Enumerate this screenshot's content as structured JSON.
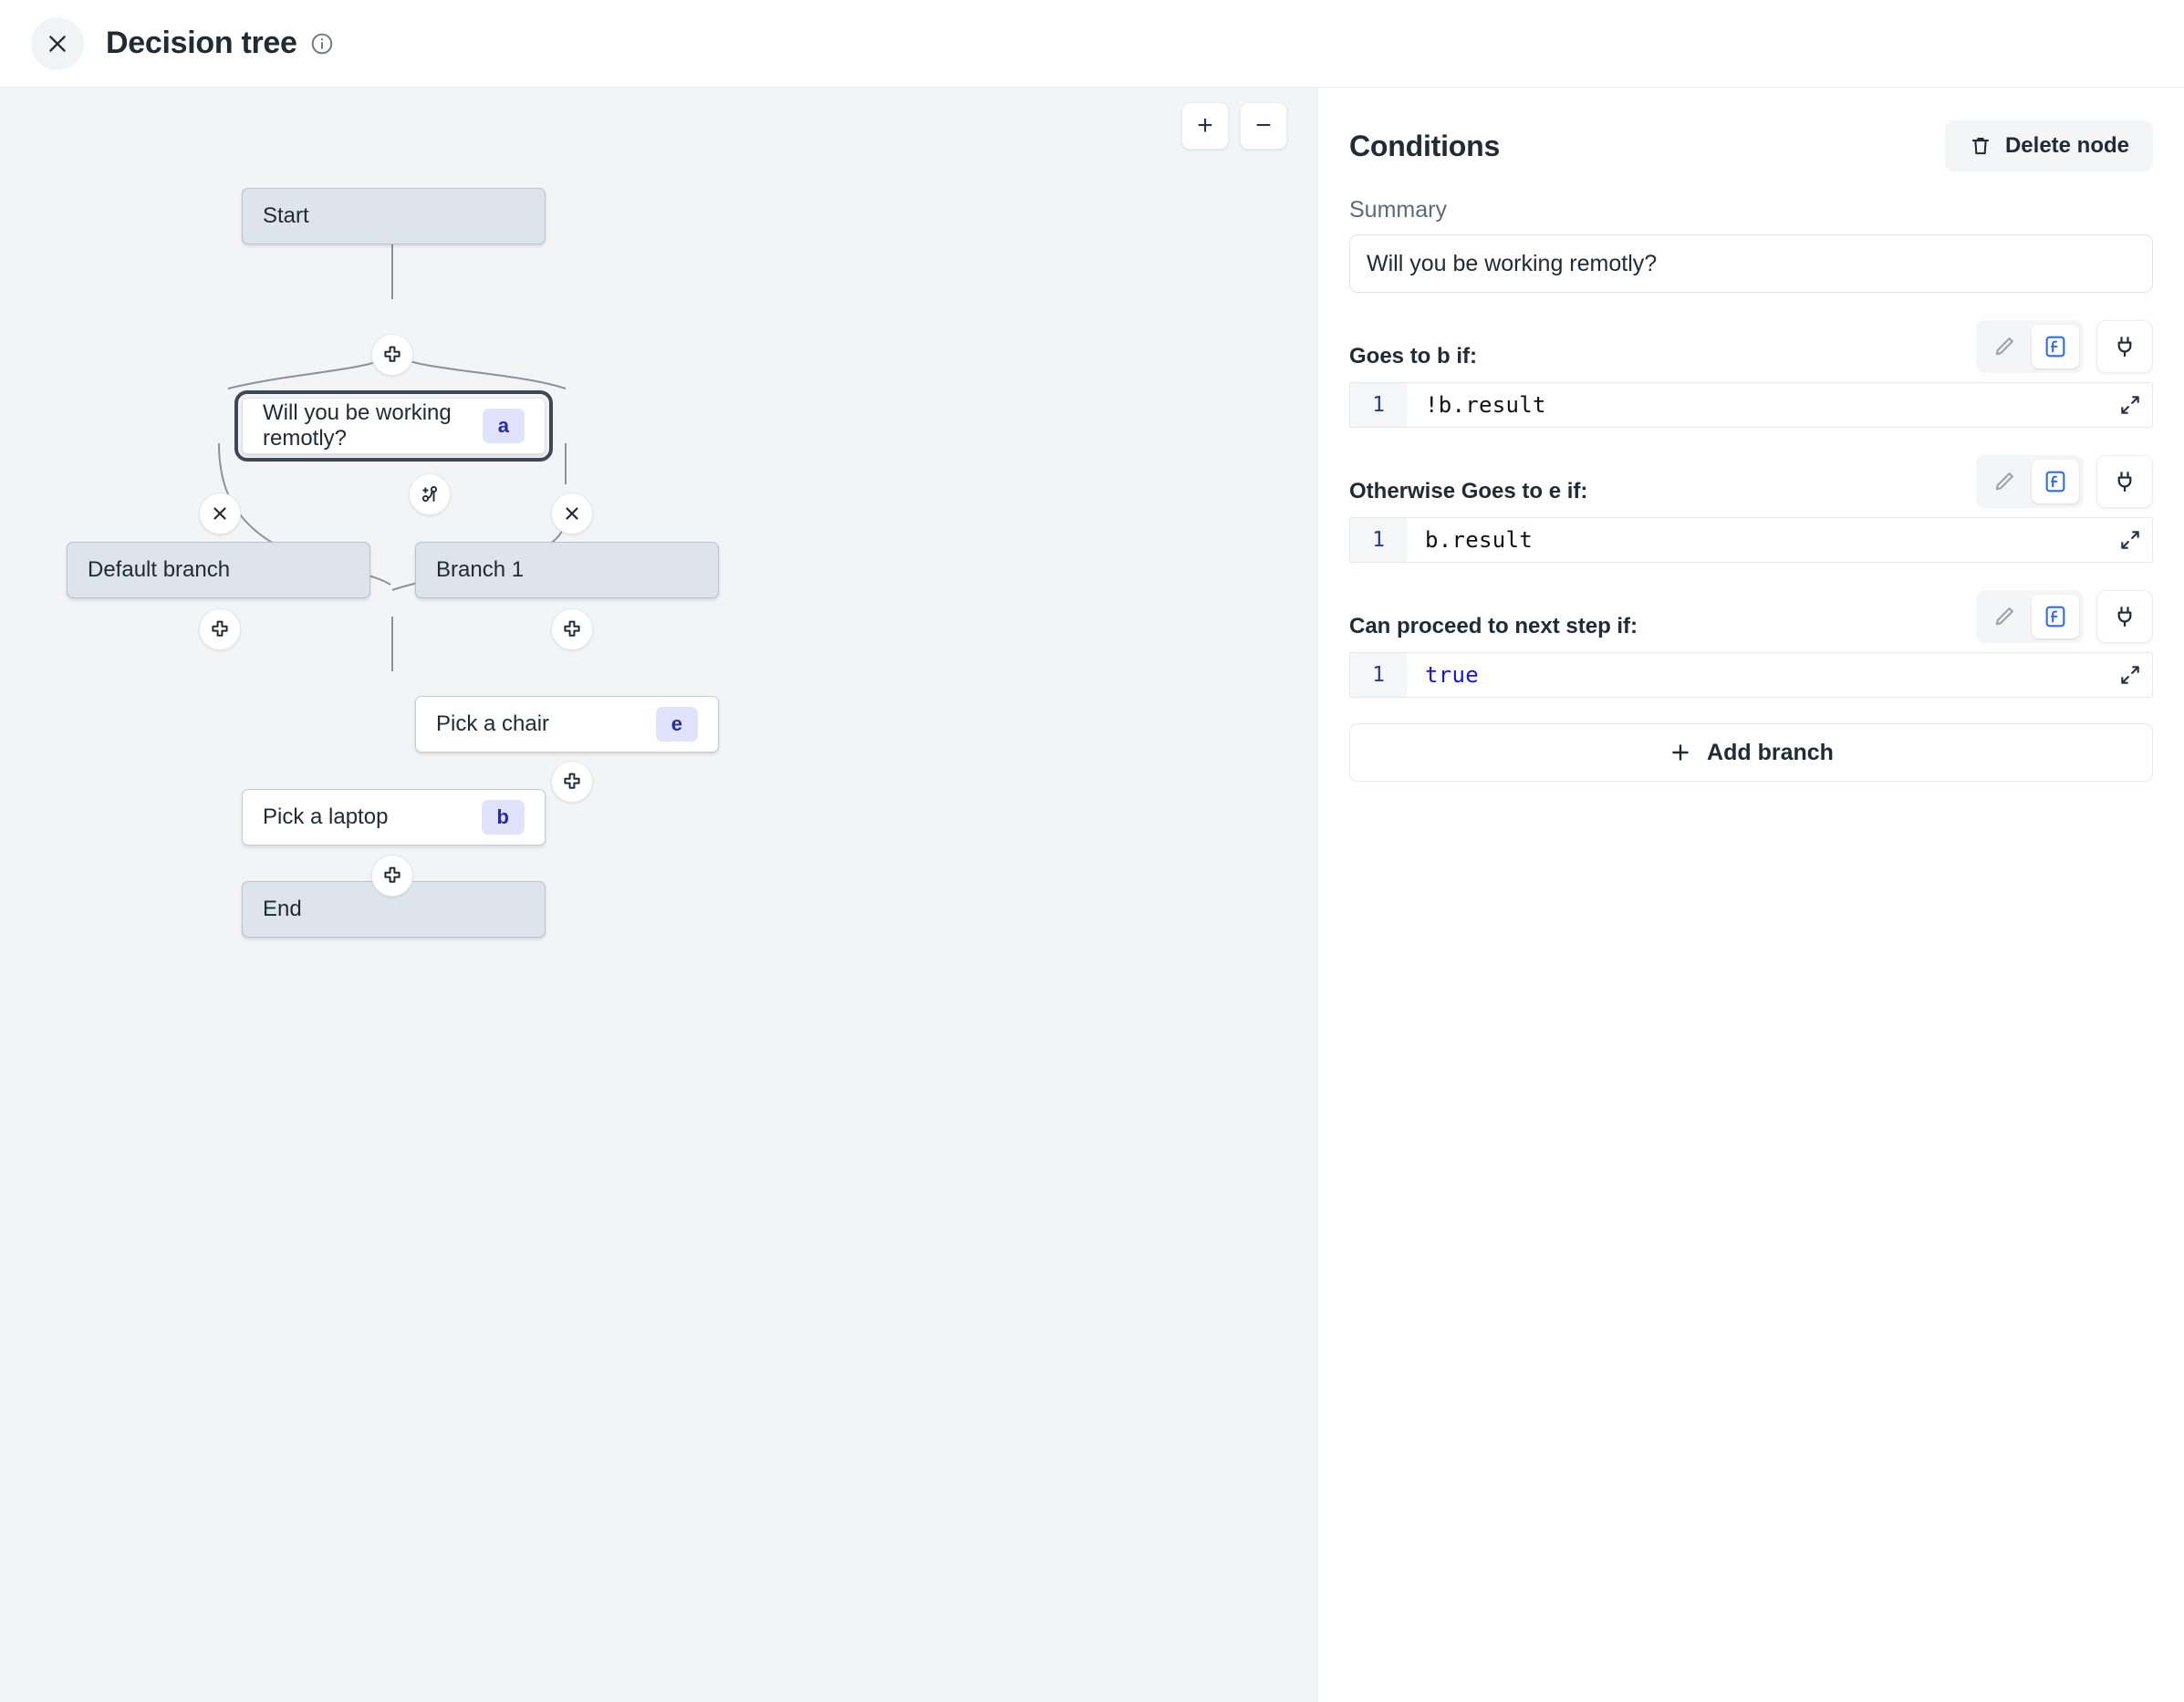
{
  "header": {
    "title": "Decision tree",
    "close_icon": "close-icon",
    "info_icon": "info-icon"
  },
  "canvas": {
    "zoom_in_label": "+",
    "zoom_out_label": "−",
    "nodes": [
      {
        "id": "start",
        "label": "Start",
        "type": "terminal",
        "badge": ""
      },
      {
        "id": "a",
        "label": "Will you be working remotly?",
        "type": "selected",
        "badge": "a"
      },
      {
        "id": "default",
        "label": "Default branch",
        "type": "branch",
        "badge": ""
      },
      {
        "id": "branch1",
        "label": "Branch 1",
        "type": "branch",
        "badge": ""
      },
      {
        "id": "e",
        "label": "Pick a chair",
        "type": "step",
        "badge": "e"
      },
      {
        "id": "b",
        "label": "Pick a laptop",
        "type": "step",
        "badge": "b"
      },
      {
        "id": "end",
        "label": "End",
        "type": "terminal",
        "badge": ""
      }
    ],
    "handles": [
      {
        "name": "add-step-after-start",
        "icon": "plus-icon"
      },
      {
        "name": "add-branch-icon",
        "icon": "branch-plus-icon"
      },
      {
        "name": "remove-default-branch",
        "icon": "close-icon"
      },
      {
        "name": "remove-branch-1",
        "icon": "close-icon"
      },
      {
        "name": "add-step-default-branch",
        "icon": "plus-icon"
      },
      {
        "name": "add-step-branch-1",
        "icon": "plus-icon"
      },
      {
        "name": "add-step-after-chair",
        "icon": "plus-icon"
      },
      {
        "name": "add-step-after-laptop",
        "icon": "plus-icon"
      }
    ]
  },
  "panel": {
    "title": "Conditions",
    "delete_label": "Delete node",
    "delete_icon": "trash-icon",
    "summary_label": "Summary",
    "summary_value": "Will you be working remotly?",
    "conditions": [
      {
        "label": "Goes to b if:",
        "line_no": "1",
        "code": "!b.result",
        "keyword": false
      },
      {
        "label": "Otherwise Goes to e if:",
        "line_no": "1",
        "code": "b.result",
        "keyword": false
      },
      {
        "label": "Can proceed to next step if:",
        "line_no": "1",
        "code": "true",
        "keyword": true
      }
    ],
    "tool_icons": {
      "edit": "pencil-icon",
      "expression": "function-icon",
      "connect": "plug-icon",
      "expand": "expand-icon"
    },
    "add_branch_label": "Add branch"
  },
  "colors": {
    "accent": "#2b6cef",
    "badge_bg": "#e0e3fb",
    "badge_text": "#272aa8",
    "canvas_bg": "#f3f4f6",
    "node_bg": "#dde4ec",
    "selected_outline": "#3d4756",
    "code_keyword": "#1515e0"
  }
}
